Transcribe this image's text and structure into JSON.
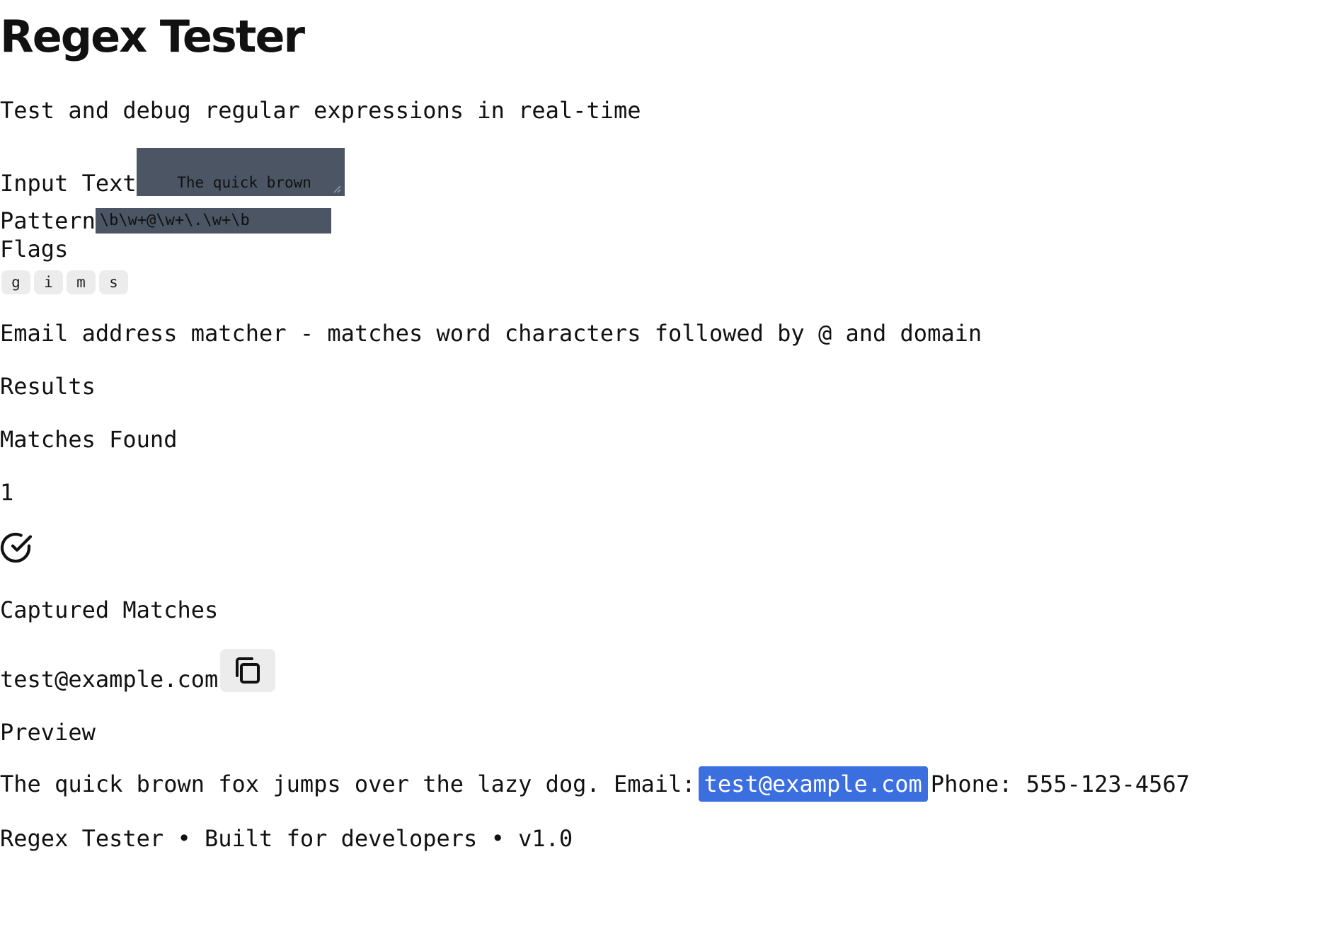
{
  "header": {
    "title": "Regex Tester",
    "subtitle": "Test and debug regular expressions in real-time"
  },
  "form": {
    "input_label": "Input Text",
    "input_value": "The quick brown fox jumps over the lazy",
    "pattern_label": "Pattern",
    "pattern_value": "\\b\\w+@\\w+\\.\\w+\\b",
    "flags_label": "Flags",
    "flags": [
      "g",
      "i",
      "m",
      "s"
    ]
  },
  "description": "Email address matcher - matches word characters followed by @ and domain",
  "results": {
    "heading": "Results",
    "matches_label": "Matches Found",
    "match_count": "1",
    "status_icon": "check-circle-icon",
    "captured_heading": "Captured Matches",
    "captured": [
      "test@example.com"
    ],
    "copy_icon": "copy-icon"
  },
  "preview": {
    "heading": "Preview",
    "before": "The quick brown fox jumps over the lazy dog. Email:",
    "match": "test@example.com",
    "after": "Phone: 555-123-4567",
    "highlight_color": "#3b6fe0"
  },
  "footer": {
    "text": "Regex Tester • Built for developers • v1.0"
  },
  "colors": {
    "field_background": "#4b5563",
    "chip_background": "#ececec"
  }
}
